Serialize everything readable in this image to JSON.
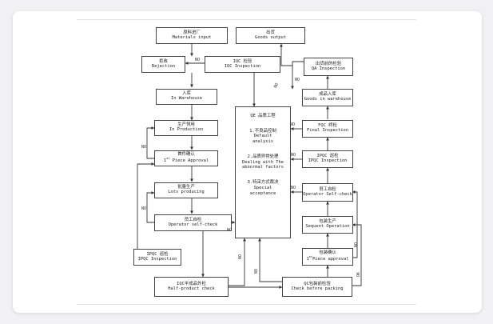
{
  "nodes": {
    "materials_input": {
      "cn": "原料进厂",
      "en": "Materials input"
    },
    "goods_output": {
      "cn": "出货",
      "en": "Goods output"
    },
    "rejection": {
      "cn": "拒收",
      "en": "Rejection"
    },
    "iqc_inspection": {
      "cn": "IQC 检验",
      "en": "IQC Inspection"
    },
    "qa_inspection": {
      "cn": "出货前的检验",
      "en": "QA Inspection"
    },
    "in_warehouse": {
      "cn": "入库",
      "en": "In Warehouse"
    },
    "goods_in_warehouse": {
      "cn": "成品入库",
      "en": "Goods in warehouse"
    },
    "in_production": {
      "cn": "生产领用",
      "en": "In Production"
    },
    "final_inspection": {
      "cn": "FQC 终检",
      "en": "Final Inspection"
    },
    "first_piece_approval": {
      "cn": "首件确认",
      "en_pre": "1",
      "en_sup": "st",
      "en_post": " Piece Approval"
    },
    "ipqc_inspection_right": {
      "cn": "IPQC 巡检",
      "en": "IPQC Inspection"
    },
    "lots_producing": {
      "cn": "批量生产",
      "en": "Lots producing"
    },
    "operator_self_check_right": {
      "cn": "员工自检",
      "en": "Operator Self-check"
    },
    "operator_self_check_left": {
      "cn": "员工自检",
      "en": "Operator self-check"
    },
    "sequent_operation": {
      "cn": "包装生产",
      "en": "Sequent Operation"
    },
    "ipqc_inspection_left": {
      "cn": "IPQC 巡检",
      "en": "IPQC Inspection"
    },
    "first_piece_approval_packing": {
      "cn": "包装确认",
      "en_pre": "1",
      "en_sup": "st",
      "en_post": "Piece approval"
    },
    "half_product_check": {
      "cn": "IQC半成品外检",
      "en": "Half-product check"
    },
    "check_before_packing": {
      "cn": "QC包装前检验",
      "en": "Check before packing"
    }
  },
  "center": {
    "title": "QE 品质工程",
    "item1": {
      "cn": "1.不良品控制",
      "en": "Default analysis"
    },
    "item2": {
      "cn": "2.品质异常处理",
      "en": "Dealing with The abnormal factors"
    },
    "item3": {
      "cn": "3.特采方式裁决",
      "en": "Special acceptance"
    }
  },
  "labels": {
    "no": "NO",
    "ok": "OK"
  }
}
